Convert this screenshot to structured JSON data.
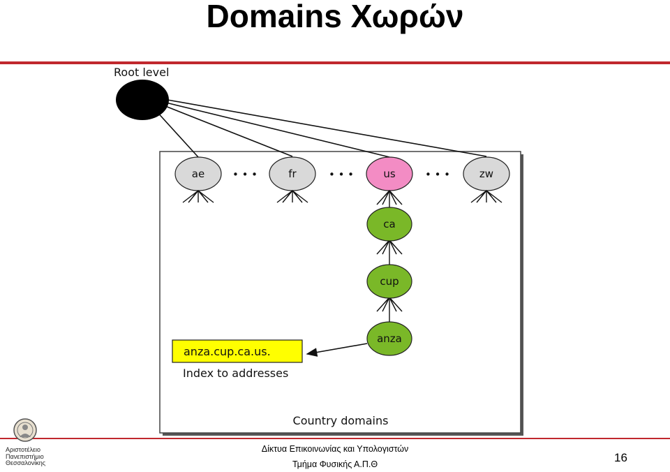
{
  "title": "Domains Χωρών",
  "diagram": {
    "root_label": "Root level",
    "top_nodes": [
      "ae",
      "fr",
      "us",
      "zw"
    ],
    "ellipsis": "• • •",
    "chain_nodes": [
      "ca",
      "cup",
      "anza"
    ],
    "index_box": "anza.cup.ca.us.",
    "index_caption": "Index to addresses",
    "box_caption": "Country domains",
    "colors": {
      "root": "#000000",
      "gray_node": "#d9d9d9",
      "highlight_node": "#f38cc4",
      "green_node": "#7ab828",
      "index_fill": "#ffff00",
      "accent_rule": "#c0282d"
    }
  },
  "footer": {
    "line1": "Δίκτυα Επικοινωνίας και Υπολογιστών",
    "line2": "Τμήμα Φυσικής Α.Π.Θ",
    "page": "16"
  },
  "logo": {
    "lines": [
      "Αριστοτέλειο",
      "Πανεπιστήμιο",
      "Θεσσαλονίκης"
    ],
    "icon": "university-seal-icon"
  }
}
